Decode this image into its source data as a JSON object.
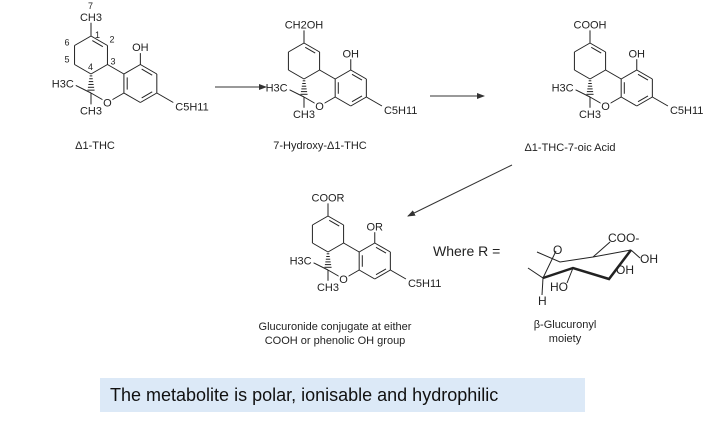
{
  "structures": [
    {
      "name": "thc",
      "top_group": "CH3",
      "ring_sub": "OH",
      "chain": "C5H11",
      "methyl_left": "H3C",
      "methyl_down": "CH3",
      "oxygen": "O",
      "caption": "Δ1-THC",
      "numbers": [
        "1",
        "2",
        "3",
        "4",
        "5",
        "6",
        "7"
      ]
    },
    {
      "name": "hydroxy-thc",
      "top_group": "CH2OH",
      "ring_sub": "OH",
      "chain": "C5H11",
      "methyl_left": "H3C",
      "methyl_down": "CH3",
      "oxygen": "O",
      "caption": "7-Hydroxy-Δ1-THC"
    },
    {
      "name": "thc-oic-acid",
      "top_group": "COOH",
      "ring_sub": "OH",
      "chain": "C5H11",
      "methyl_left": "H3C",
      "methyl_down": "CH3",
      "oxygen": "O",
      "caption": "Δ1-THC-7-oic Acid"
    },
    {
      "name": "glucuronide",
      "top_group": "COOR",
      "ring_sub": "OR",
      "chain": "C5H11",
      "methyl_left": "H3C",
      "methyl_down": "CH3",
      "oxygen": "O",
      "caption": "Glucuronide conjugate at either COOH or phenolic OH group"
    }
  ],
  "where_label": "Where R =",
  "glucuronyl": {
    "o": "O",
    "coo": "COO-",
    "oh1": "OH",
    "oh2": "OH",
    "ho": "HO",
    "h": "H",
    "caption": "β-Glucuronyl moiety"
  },
  "banner": "The metabolite is polar, ionisable and hydrophilic",
  "colors": {
    "banner": "#dce9f7",
    "ink": "#222222"
  }
}
